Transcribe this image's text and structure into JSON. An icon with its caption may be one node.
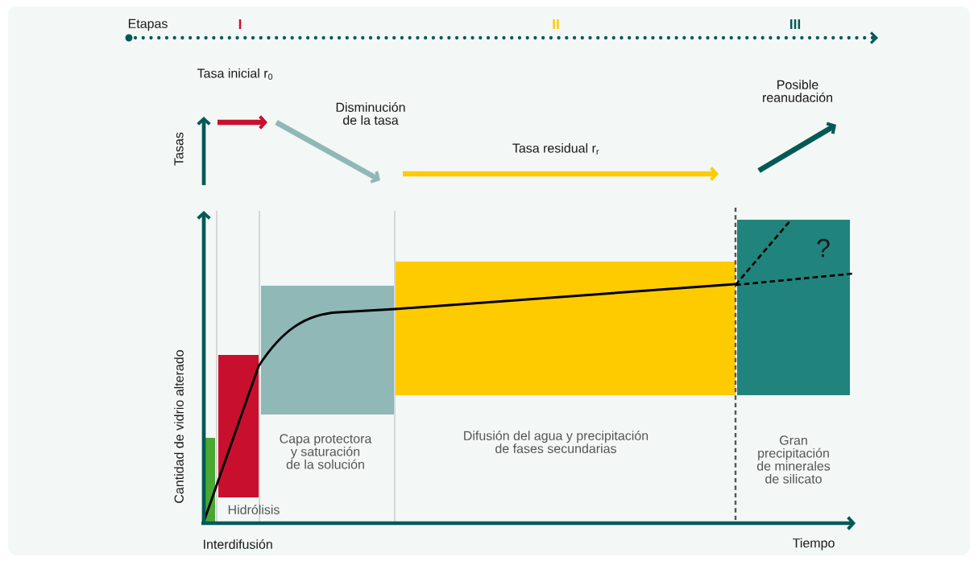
{
  "diagram": {
    "labels": [
      "Etapas",
      "I",
      "II",
      "III",
      "Tasa inicial r$_{0}$",
      "Posible reanudación",
      "Disminución de la tasa",
      "Tasas",
      "Tasa residual r$_{r}$",
      "?",
      "Cantidad de vidrio alterado",
      "Capa protectora y saturación de la solución",
      "Difusión del agua y precipitación de fases secundarias",
      "Gran precipitación de minerales de silicato",
      "Hidrólisis",
      "Interdifusión",
      "Tiempo"
    ]
  }
}
